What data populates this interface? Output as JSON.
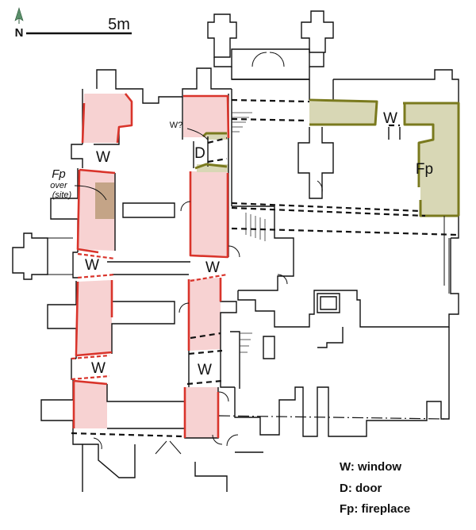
{
  "scale": {
    "label": "5m"
  },
  "north": {
    "label": "N"
  },
  "labels": {
    "window_left_upper": "W",
    "window_left_middle": "W",
    "window_left_lower": "W",
    "window_center_middle": "W",
    "window_center_lower": "W",
    "window_query": "W?",
    "door": "D",
    "window_right": "W",
    "fireplace_right": "Fp",
    "fireplace_left": "Fp",
    "fireplace_left_note_1": "over",
    "fireplace_left_note_2": "(site)"
  },
  "legend": {
    "window": "W: window",
    "door": "D:  door",
    "fireplace": "Fp: fireplace"
  },
  "colors": {
    "original_fill": "#f6caca",
    "original_wall": "#d9342b",
    "later_fill": "#d8d7b5",
    "later_wall": "#7a7a1e",
    "fireplace_site": "#c4a487"
  }
}
